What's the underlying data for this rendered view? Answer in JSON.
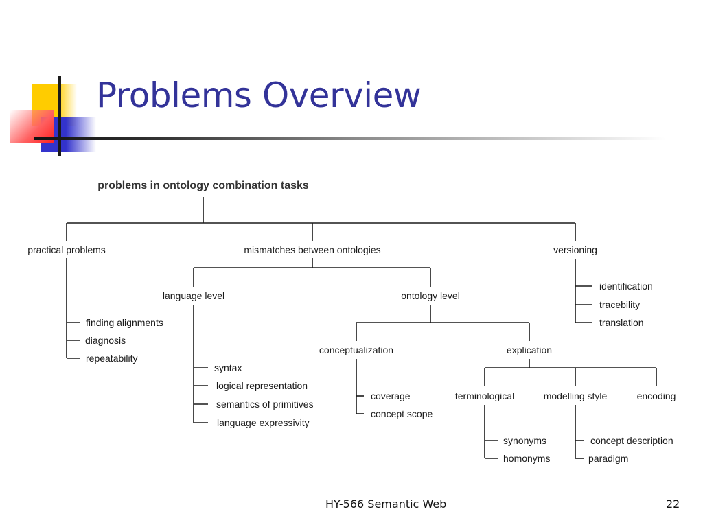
{
  "slide": {
    "title": "Problems Overview",
    "footer": "HY-566 Semantic Web",
    "page_number": "22",
    "title_color": "#333399"
  },
  "diagram": {
    "root": "problems in ontology combination tasks",
    "practical": {
      "label": "practical problems",
      "children": [
        "finding alignments",
        "diagnosis",
        "repeatability"
      ]
    },
    "mismatches": {
      "label": "mismatches between ontologies",
      "language_level": {
        "label": "language level",
        "children": [
          "syntax",
          "logical representation",
          "semantics of primitives",
          "language expressivity"
        ]
      },
      "ontology_level": {
        "label": "ontology level",
        "conceptualization": {
          "label": "conceptualization",
          "children": [
            "coverage",
            "concept scope"
          ]
        },
        "explication": {
          "label": "explication",
          "terminological": {
            "label": "terminological",
            "children": [
              "synonyms",
              "homonyms"
            ]
          },
          "modelling_style": {
            "label": "modelling style",
            "children": [
              "concept description",
              "paradigm"
            ]
          },
          "encoding": {
            "label": "encoding"
          }
        }
      }
    },
    "versioning": {
      "label": "versioning",
      "children": [
        "identification",
        "tracebility",
        "translation"
      ]
    }
  }
}
